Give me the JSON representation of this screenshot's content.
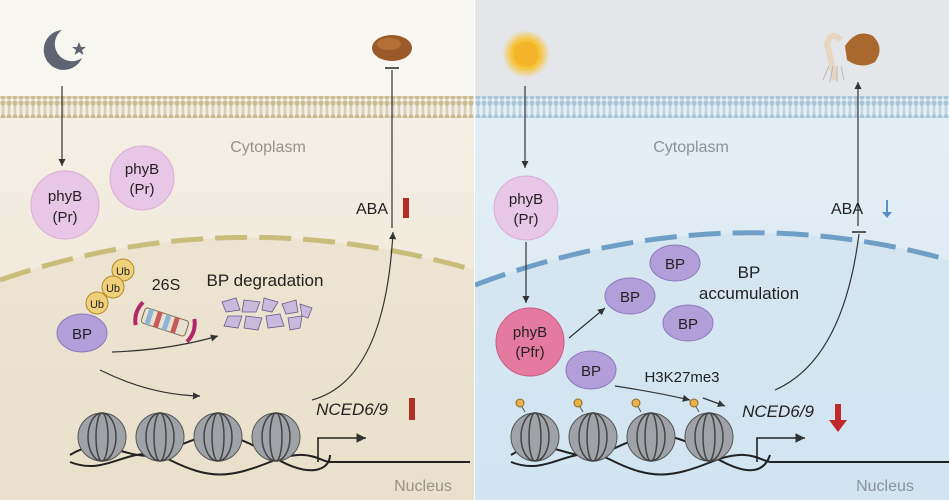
{
  "left": {
    "cytoplasm_label": "Cytoplasm",
    "nucleus_label": "Nucleus",
    "phyb_1": [
      "phyB",
      "(Pr)"
    ],
    "phyb_2": [
      "phyB",
      "(Pr)"
    ],
    "ub_label": "Ub",
    "bp_label": "BP",
    "proteasome_label": "26S",
    "degradation_label": "BP degradation",
    "aba_label": "ABA",
    "nced_label": "NCED6/9",
    "aba_trend": "up",
    "nced_trend": "up"
  },
  "right": {
    "cytoplasm_label": "Cytoplasm",
    "nucleus_label": "Nucleus",
    "phyb_pr": [
      "phyB",
      "(Pr)"
    ],
    "phyb_pfr": [
      "phyB",
      "(Pfr)"
    ],
    "bp_label": "BP",
    "accumulation_label": [
      "BP",
      "accumulation"
    ],
    "h3k_label": "H3K27me3",
    "aba_label": "ABA",
    "nced_label": "NCED6/9",
    "aba_trend": "down",
    "nced_trend": "down"
  },
  "colors": {
    "left_bg": "#f1ebdd",
    "right_bg": "#dbe9f2",
    "phyb_pr": "#e8c6e6",
    "phyb_pfr": "#e57aa0",
    "bp": "#b29ed8",
    "ub": "#f0d079",
    "up_arrow": "#b03028",
    "down_arrow_small": "#5b8fc7",
    "down_arrow_red": "#c0282a"
  }
}
